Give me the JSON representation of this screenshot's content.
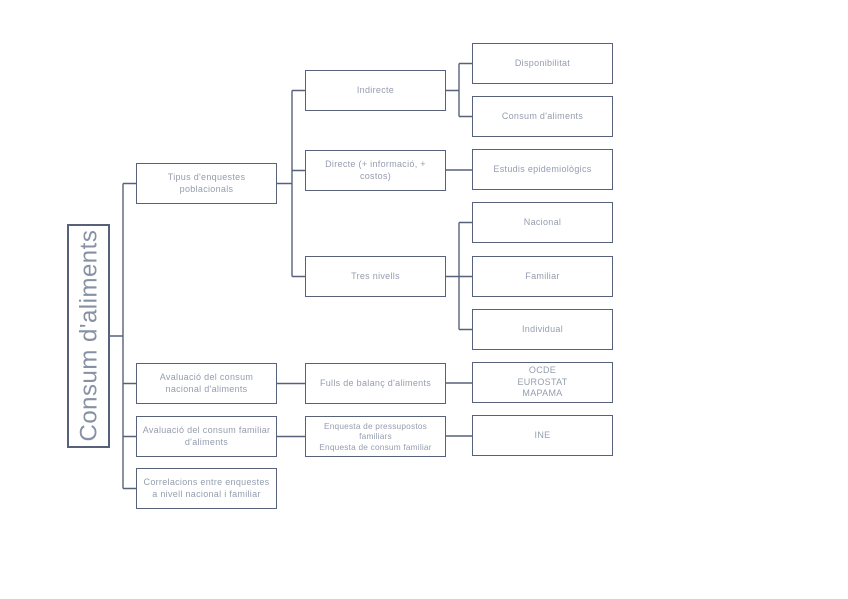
{
  "colors": {
    "border": "#57627a",
    "node_text": "#949dae",
    "root_text": "#8791a4",
    "background": "#ffffff"
  },
  "nodes": {
    "root": {
      "lines": [
        "Consum d'aliments"
      ]
    },
    "tipus_enquestes": {
      "lines": [
        "Tipus d'enquestes",
        "poblacionals"
      ]
    },
    "indirecte": {
      "lines": [
        "Indirecte"
      ]
    },
    "directe": {
      "lines": [
        "Directe (+ informació, +",
        "costos)"
      ]
    },
    "tres_nivells": {
      "lines": [
        "Tres nivells"
      ]
    },
    "disponibilitat": {
      "lines": [
        "Disponibilitat"
      ]
    },
    "consum_aliments": {
      "lines": [
        "Consum d'aliments"
      ]
    },
    "estudis_epidemiologics": {
      "lines": [
        "Estudis epidemiològics"
      ]
    },
    "nacional": {
      "lines": [
        "Nacional"
      ]
    },
    "familiar": {
      "lines": [
        "Familiar"
      ]
    },
    "individual": {
      "lines": [
        "Individual"
      ]
    },
    "avaluacio_nacional": {
      "lines": [
        "Avaluació del consum",
        "nacional d'aliments"
      ]
    },
    "fulls_balanc": {
      "lines": [
        "Fulls de balanç d'aliments"
      ]
    },
    "ocde_eurostat_mapama": {
      "lines": [
        "OCDE",
        "EUROSTAT",
        "MAPAMA"
      ]
    },
    "avaluacio_familiar": {
      "lines": [
        "Avaluació del consum familiar",
        "d'aliments"
      ]
    },
    "enquesta_pressupostos": {
      "lines": [
        "Enquesta de pressupostos",
        "familiars",
        "Enquesta de consum familiar"
      ]
    },
    "ine": {
      "lines": [
        "INE"
      ]
    },
    "correlacions": {
      "lines": [
        "Correlacions entre enquestes",
        "a nivell nacional i familiar"
      ]
    }
  }
}
